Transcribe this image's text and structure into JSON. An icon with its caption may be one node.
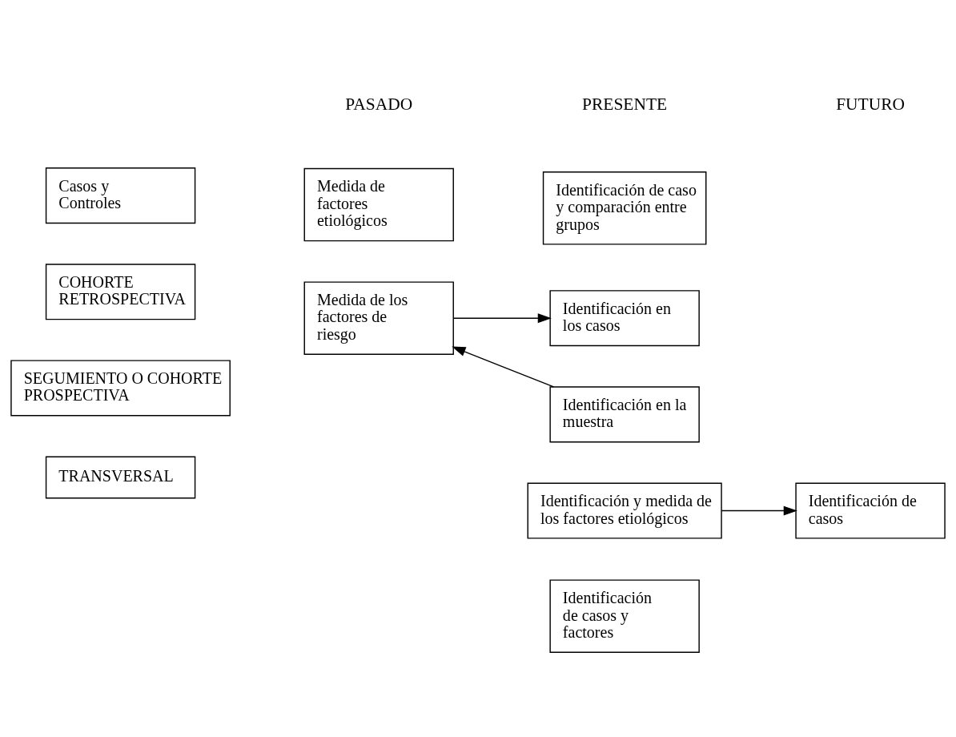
{
  "diagram": {
    "nodes": [
      {
        "text": [
          "TRANSVERSAL"
        ]
      },
      {
        "text": [
          "Identificación de casos y factores"
        ]
      },
      {
        "text": [
          "SEGUMIENTO O COHORTE PROSPECTIVA"
        ]
      },
      {
        "text": [
          "Identificación y medida de los factores etiológicos"
        ]
      },
      {
        "text": [
          "Identificación de casos"
        ]
      },
      {
        "text": [
          "COHORTE RETROSPECTIVA"
        ]
      },
      {
        "text": [
          "Medida de los factores de riesgo"
        ]
      },
      {
        "text": [
          "Identificación en la muestra"
        ]
      },
      {
        "text": [
          "Identificación en los casos"
        ]
      },
      {
        "text": [
          "Casos y Controles"
        ]
      },
      {
        "text": [
          "Medida de factores etiológicos"
        ]
      },
      {
        "text": [
          "Identificación de caso y comparación entre grupos"
        ]
      }
    ],
    "edges": [
      {
        "from": 3,
        "to": 4,
        "arrow": "to"
      },
      {
        "from": 7,
        "to": 6,
        "arrow": "to"
      },
      {
        "from": 6,
        "to": 8,
        "arrow": "to"
      }
    ],
    "labels": [
      "PASADO",
      "PRESENTE",
      "FUTURO"
    ]
  }
}
